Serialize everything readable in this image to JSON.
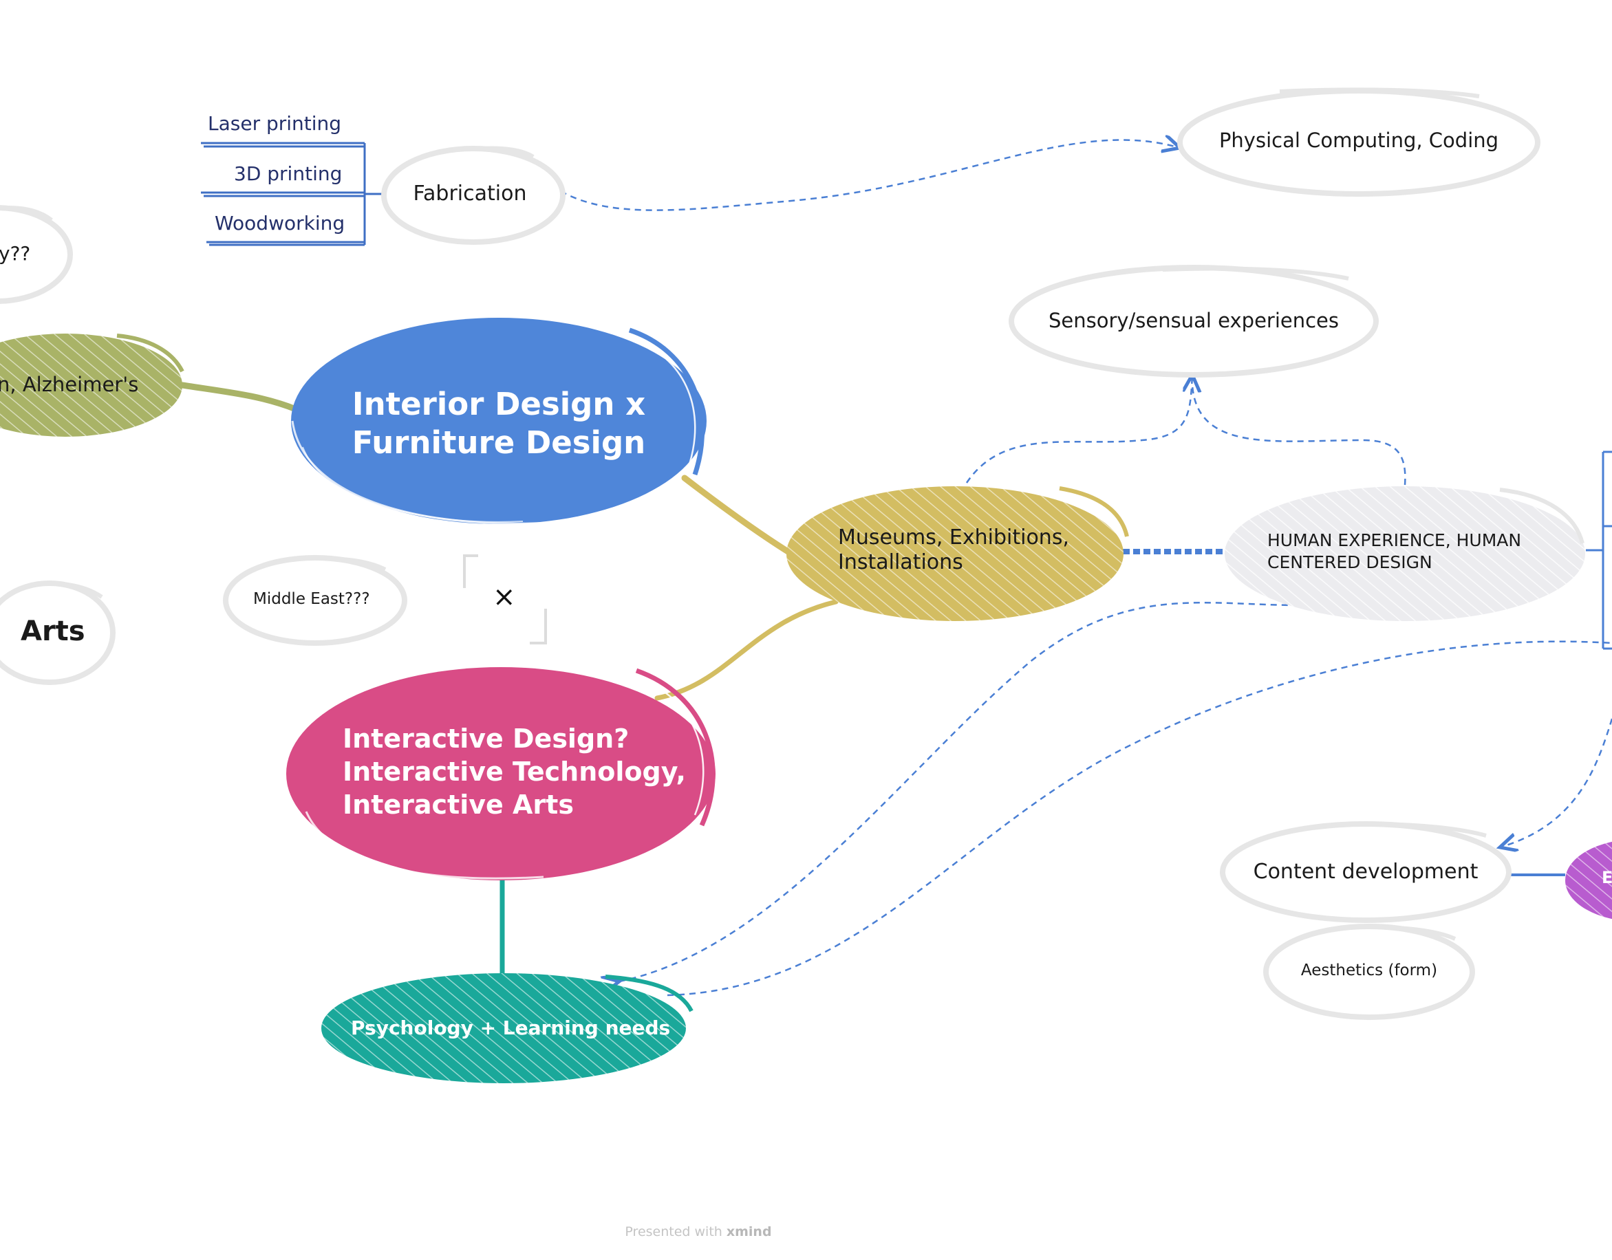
{
  "nodes": {
    "central": {
      "line1": "Interior Design x",
      "line2": "Furniture Design"
    },
    "interactive": {
      "line1": "Interactive Design?",
      "line2": "Interactive Technology,",
      "line3": "Interactive Arts"
    },
    "psychology": "Psychology + Learning needs",
    "museums": {
      "line1": "Museums, Exhibitions,",
      "line2": "Installations"
    },
    "human_experience": {
      "line1": "HUMAN EXPERIENCE, HUMAN",
      "line2": "CENTERED DESIGN"
    },
    "sensory": "Sensory/sensual experiences",
    "physical_computing": "Physical Computing, Coding",
    "fabrication": "Fabrication",
    "fabrication_children": [
      "Laser printing",
      "3D printing",
      "Woodworking"
    ],
    "alzheimers": "n, Alzheimer's",
    "partial_question": "y??",
    "middle_east": "Middle East???",
    "arts": "Arts",
    "content_development": "Content development",
    "aesthetics": "Aesthetics (form)",
    "partial_purple": "E"
  },
  "close_symbol": "×",
  "footer": {
    "prefix": "Presented with",
    "brand": "xmind"
  },
  "colors": {
    "blue": "#4f86d9",
    "pink": "#d94c86",
    "teal": "#1aa89a",
    "gold": "#d3bd62",
    "olive": "#a9b367",
    "purple": "#b85ccf",
    "gray_fill": "#ececef",
    "outline": "#e3e3e3",
    "dashed": "#4a7fd4"
  }
}
